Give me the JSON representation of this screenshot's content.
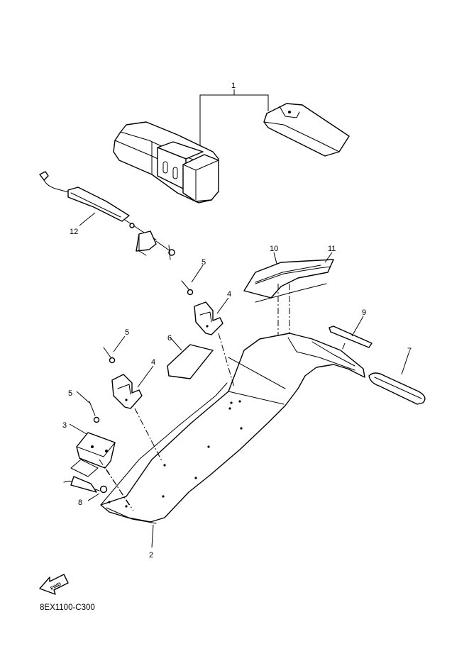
{
  "diagram": {
    "drawing_code": "8EX1100-C300",
    "fwd_label": "FWD",
    "callouts": {
      "c1": "1",
      "c2": "2",
      "c3": "3",
      "c4a": "4",
      "c4b": "4",
      "c5a": "5",
      "c5b": "5",
      "c5c": "5",
      "c6": "6",
      "c7": "7",
      "c8": "8",
      "c9": "9",
      "c10": "10",
      "c11": "11",
      "c12": "12"
    }
  }
}
